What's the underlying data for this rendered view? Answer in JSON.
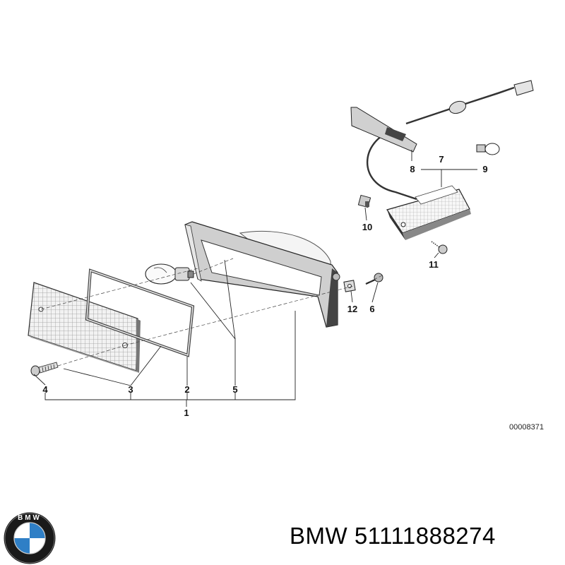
{
  "diagram": {
    "reference_code": "00008371",
    "part_numbers": [
      "1",
      "2",
      "3",
      "4",
      "5",
      "6",
      "7",
      "8",
      "9",
      "10",
      "11",
      "12"
    ]
  },
  "caption": {
    "brand": "BMW",
    "part_number": "51111888274"
  },
  "logo": {
    "lettering": "BMW",
    "colors": {
      "ring": "#1a1a1a",
      "blue": "#2f7fc6",
      "white": "#ffffff"
    }
  }
}
